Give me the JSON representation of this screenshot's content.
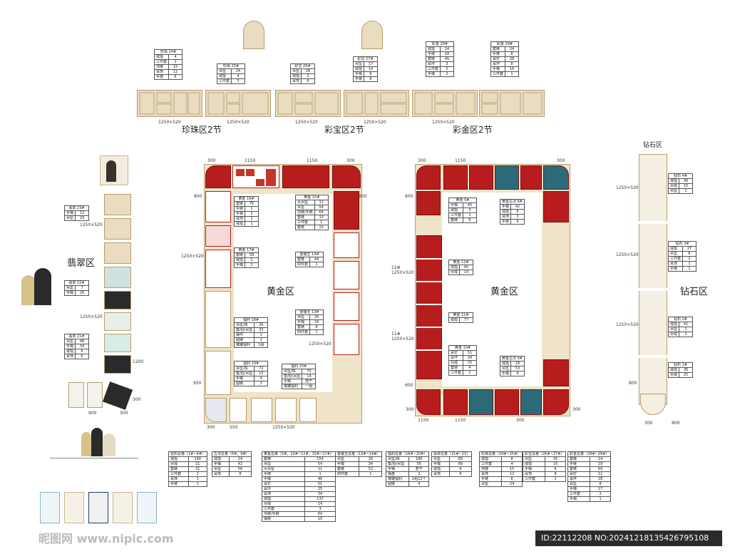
{
  "dims": {
    "top_sections": [
      "1250×520",
      "1250×520",
      "1250×520",
      "1250×520",
      "1250×520"
    ],
    "gold_left": {
      "top_l": "300",
      "top_c": "1150",
      "top_c2": "1150",
      "top_r": "300",
      "right": "800",
      "left_top": "800",
      "left_mid": "1250×520",
      "left_bot": "950",
      "bot_l": "300",
      "bot_c": "550",
      "bot_r": "1250×520",
      "corner": "1250×520"
    },
    "gold_right": {
      "top_l": "300",
      "top_c": "1150",
      "top_r": "300",
      "left_top": "600",
      "left_12": "12#\n1250×520",
      "left_11": "11#\n1250×520",
      "left_bot": "600",
      "bot_l": "300",
      "bot_c": "1150",
      "bot_c2": "1150",
      "bot_r": "300"
    },
    "jade": {
      "r1": "1250×520",
      "r2": "1250×520",
      "r3": "1200",
      "r4": "300",
      "b1": "900",
      "b2": "300"
    },
    "diamond": {
      "r1": "1250×520",
      "r2": "1250×520",
      "r3": "1250×520",
      "r4": "800",
      "b1": "300",
      "b2": "800"
    }
  },
  "zones": {
    "pearl": "珍珠区2节",
    "gem": "彩宝区2节",
    "color_gold": "彩金区2节",
    "jade": "翡翠区",
    "gold1": "黄金区",
    "gold2": "黄金区",
    "diamond_top": "钻石区",
    "diamond": "钻石区"
  },
  "cab_tables": {
    "pearl24": {
      "title": "珍珠 24#",
      "rows": [
        [
          "戒指",
          "4"
        ],
        [
          "三件套",
          "1"
        ],
        [
          "项链",
          "15"
        ],
        [
          "耳饰",
          "12"
        ],
        [
          "手链",
          "6"
        ]
      ]
    },
    "pearl25": {
      "title": "珍珠 25#",
      "rows": [
        [
          "吊坠",
          "24"
        ],
        [
          "戒指",
          "4"
        ],
        [
          "三件套",
          "3"
        ]
      ]
    },
    "gem26": {
      "title": "彩宝 26#",
      "rows": [
        [
          "吊坠",
          "28"
        ],
        [
          "戒指",
          "2"
        ],
        [
          "耳饰",
          "6"
        ]
      ]
    },
    "gem27": {
      "title": "彩宝 27#",
      "rows": [
        [
          "吊坠",
          "17"
        ],
        [
          "戒指",
          "14"
        ],
        [
          "手镯",
          "6"
        ],
        [
          "手链",
          "8"
        ]
      ]
    },
    "cg28": {
      "title": "彩金 28#",
      "rows": [
        [
          "戒指",
          "24"
        ],
        [
          "手链",
          "18"
        ],
        [
          "套链",
          "45"
        ],
        [
          "耳环",
          "3"
        ],
        [
          "三件套",
          "2"
        ],
        [
          "手镯",
          "2"
        ]
      ]
    },
    "cg29": {
      "title": "彩金 29#",
      "rows": [
        [
          "套链",
          "24"
        ],
        [
          "手链",
          "8"
        ],
        [
          "耳钉",
          "28"
        ],
        [
          "耳环",
          "8"
        ],
        [
          "手镯",
          "16"
        ],
        [
          "三件套",
          "1"
        ]
      ]
    },
    "jade23": {
      "title": "翡翠 23#",
      "rows": [
        [
          "手镯",
          "13"
        ],
        [
          "吊坠",
          "29"
        ]
      ]
    },
    "jade22": {
      "title": "翡翠 22#",
      "rows": [
        [
          "吊坠",
          "7"
        ],
        [
          "手镯",
          "26"
        ]
      ]
    },
    "jade21": {
      "title": "翡翠 21#",
      "rows": [
        [
          "吊坠",
          "48"
        ],
        [
          "手镯",
          "34"
        ],
        [
          "戒指",
          "6"
        ],
        [
          "耳饰",
          "6"
        ]
      ]
    },
    "g16": {
      "title": "黄金 16#",
      "rows": [
        [
          "套链",
          "76"
        ],
        [
          "手链",
          "1"
        ],
        [
          "手镯",
          "2"
        ],
        [
          "耳饰",
          "2"
        ],
        [
          "戒指",
          "1"
        ]
      ]
    },
    "g17": {
      "title": "黄金 17#",
      "rows": [
        [
          "套链",
          "58"
        ],
        [
          "戒指",
          "1"
        ],
        [
          "手镯",
          "2"
        ]
      ]
    },
    "g18": {
      "title": "福利 18#",
      "rows": [
        [
          "吊坠/珠",
          "26"
        ],
        [
          "套/招/吊坠",
          "33"
        ],
        [
          "摆件",
          "2"
        ],
        [
          "圆链",
          "2"
        ],
        [
          "镂雕福利",
          "1组"
        ]
      ]
    },
    "g19": {
      "title": "福利 19#",
      "rows": [
        [
          "吊坠/珠",
          "72"
        ],
        [
          "套/招/吊坠",
          "15"
        ],
        [
          "手镯",
          "6"
        ],
        [
          "圆链",
          "2"
        ]
      ]
    },
    "g20": {
      "title": "福利 20#",
      "rows": [
        [
          "吊坠/珠",
          "70"
        ],
        [
          "套/招/吊坠",
          "14"
        ],
        [
          "手镯",
          "若干"
        ],
        [
          "镂雕福利",
          "一组"
        ]
      ]
    },
    "g15": {
      "title": "黄金 15#",
      "rows": [
        [
          "大吊坠",
          "11"
        ],
        [
          "吊坠",
          "54"
        ],
        [
          "项链/手链",
          "64"
        ],
        [
          "套链",
          "10"
        ],
        [
          "三件套",
          "1"
        ],
        [
          "套链",
          "10"
        ]
      ]
    },
    "g14": {
      "title": "金镶玉 14#",
      "rows": [
        [
          "套链",
          "44"
        ],
        [
          "四件套",
          "1"
        ]
      ]
    },
    "g13": {
      "title": "金镶玉 13#",
      "rows": [
        [
          "吊坠",
          "26"
        ],
        [
          "手镯",
          "24"
        ],
        [
          "套链",
          "8"
        ],
        [
          "四件套",
          "1"
        ]
      ]
    },
    "g5": {
      "title": "黄金 5#",
      "rows": [
        [
          "手镯",
          "45"
        ],
        [
          "戒指",
          "3"
        ],
        [
          "三件套",
          "1"
        ],
        [
          "套链",
          "6"
        ]
      ]
    },
    "g6": {
      "title": "黄金古法 6#",
      "rows": [
        [
          "手镯",
          "42"
        ],
        [
          "戒指",
          "6"
        ],
        [
          "耳饰",
          "3"
        ],
        [
          "手链",
          "4"
        ]
      ]
    },
    "g12": {
      "title": "黄金 12#",
      "rows": [
        [
          "戒指",
          "60"
        ],
        [
          "对戒",
          "14"
        ]
      ]
    },
    "g11": {
      "title": "黄金 11#",
      "rows": [
        [
          "戒指",
          "77"
        ]
      ]
    },
    "g10": {
      "title": "黄金 10#",
      "rows": [
        [
          "耳钉",
          "51"
        ],
        [
          "耳环",
          "34"
        ],
        [
          "对戒",
          "25"
        ],
        [
          "套链",
          "4"
        ],
        [
          "三件套",
          "1"
        ]
      ]
    },
    "g9": {
      "title": "黄金古法 9#",
      "rows": [
        [
          "戒指",
          "18"
        ],
        [
          "吊坠",
          "53"
        ],
        [
          "手镯",
          "4"
        ]
      ]
    },
    "d4": {
      "title": "钻石 4#",
      "rows": [
        [
          "戒指",
          "36"
        ],
        [
          "对戒",
          "15"
        ],
        [
          "吊坠",
          "1"
        ]
      ]
    },
    "d3": {
      "title": "钻石 3#",
      "rows": [
        [
          "戒指",
          "27"
        ],
        [
          "吊坠",
          "6"
        ],
        [
          "三件套",
          "2"
        ],
        [
          "耳饰",
          "1"
        ],
        [
          "手链",
          "1"
        ]
      ]
    },
    "d2": {
      "title": "钻石 2#",
      "rows": [
        [
          "戒指",
          "41"
        ],
        [
          "吊坠",
          "1"
        ],
        [
          "对戒",
          "1"
        ]
      ]
    },
    "d1": {
      "title": "钻石 1#",
      "rows": [
        [
          "戒指",
          "36"
        ],
        [
          "对戒",
          "25"
        ]
      ]
    }
  },
  "summary_tables": [
    {
      "title": "钻石总量（1#~4#）",
      "rows": [
        [
          "戒指",
          "140"
        ],
        [
          "对戒",
          "21"
        ],
        [
          "套链",
          "31"
        ],
        [
          "三件套",
          "2"
        ],
        [
          "耳饰",
          "1"
        ],
        [
          "手链",
          "1"
        ]
      ]
    },
    {
      "title": "古法总量（6#，9#）",
      "rows": [
        [
          "戒指",
          "24"
        ],
        [
          "手镯",
          "42"
        ],
        [
          "吊坠",
          "56"
        ],
        [
          "耳饰",
          "8"
        ]
      ]
    },
    {
      "title": "黄金总量（5#，10#~12#，15#~17#）",
      "rows": [
        [
          "套链",
          "154"
        ],
        [
          "吊坠",
          "54"
        ],
        [
          "大吊坠",
          "11"
        ],
        [
          "手链",
          "1"
        ],
        [
          "手镯",
          "46"
        ],
        [
          "耳钉",
          "51"
        ],
        [
          "耳环",
          "25"
        ],
        [
          "耳饰",
          "34"
        ],
        [
          "戒指",
          "137"
        ],
        [
          "对戒",
          "14"
        ],
        [
          "三件套",
          "3"
        ],
        [
          "项链/手链",
          "64"
        ],
        [
          "摆链",
          "10"
        ]
      ]
    },
    {
      "title": "金镶玉总量（13#~14#）",
      "rows": [
        [
          "吊坠",
          "26"
        ],
        [
          "手镯",
          "24"
        ],
        [
          "套链",
          "52"
        ],
        [
          "四件套",
          "1"
        ]
      ]
    },
    {
      "title": "福利总量（18#~20#）",
      "rows": [
        [
          "吊坠/珠",
          "180"
        ],
        [
          "套/招/吊坠",
          "56"
        ],
        [
          "手镯",
          "若干"
        ],
        [
          "摆盘",
          "2"
        ],
        [
          "镂雕福利",
          "1组12个"
        ],
        [
          "圆链",
          "4"
        ]
      ]
    },
    {
      "title": "翡翠总量（21#~23）",
      "rows": [
        [
          "吊坠",
          "68"
        ],
        [
          "手镯",
          "89"
        ],
        [
          "戒指",
          "6"
        ],
        [
          "耳饰",
          "6"
        ]
      ]
    },
    {
      "title": "珍珠总量（24#~25#）",
      "rows": [
        [
          "戒指",
          "8"
        ],
        [
          "三件套",
          "4"
        ],
        [
          "项链",
          "15"
        ],
        [
          "耳饰",
          "12"
        ],
        [
          "手链",
          "6"
        ],
        [
          "吊坠",
          "24"
        ]
      ]
    },
    {
      "title": "彩宝总量（26#~27#）",
      "rows": [
        [
          "吊坠",
          "35"
        ],
        [
          "戒指",
          "16"
        ],
        [
          "手镯",
          "6"
        ],
        [
          "耳饰",
          "8"
        ],
        [
          "三件套",
          "1"
        ]
      ]
    },
    {
      "title": "彩金总量（28#~29#）",
      "rows": [
        [
          "套链",
          "24"
        ],
        [
          "手链",
          "18"
        ],
        [
          "套链",
          "69"
        ],
        [
          "耳钉",
          "11"
        ],
        [
          "耳环",
          "28"
        ],
        [
          "耳坠",
          "8"
        ],
        [
          "手镯",
          "17"
        ],
        [
          "三件套",
          "2"
        ],
        [
          "手镯",
          "1"
        ]
      ]
    }
  ],
  "footer": {
    "logo": "昵图网 www.nipic.com",
    "id": "ID:22112208 NO:20241218135426795108"
  },
  "colors": {
    "gold_panel": "#e9dcc0",
    "red_tray": "#b81d1d",
    "teal_tray": "#2d6a78",
    "footer_bar": "#2b2b2b"
  }
}
